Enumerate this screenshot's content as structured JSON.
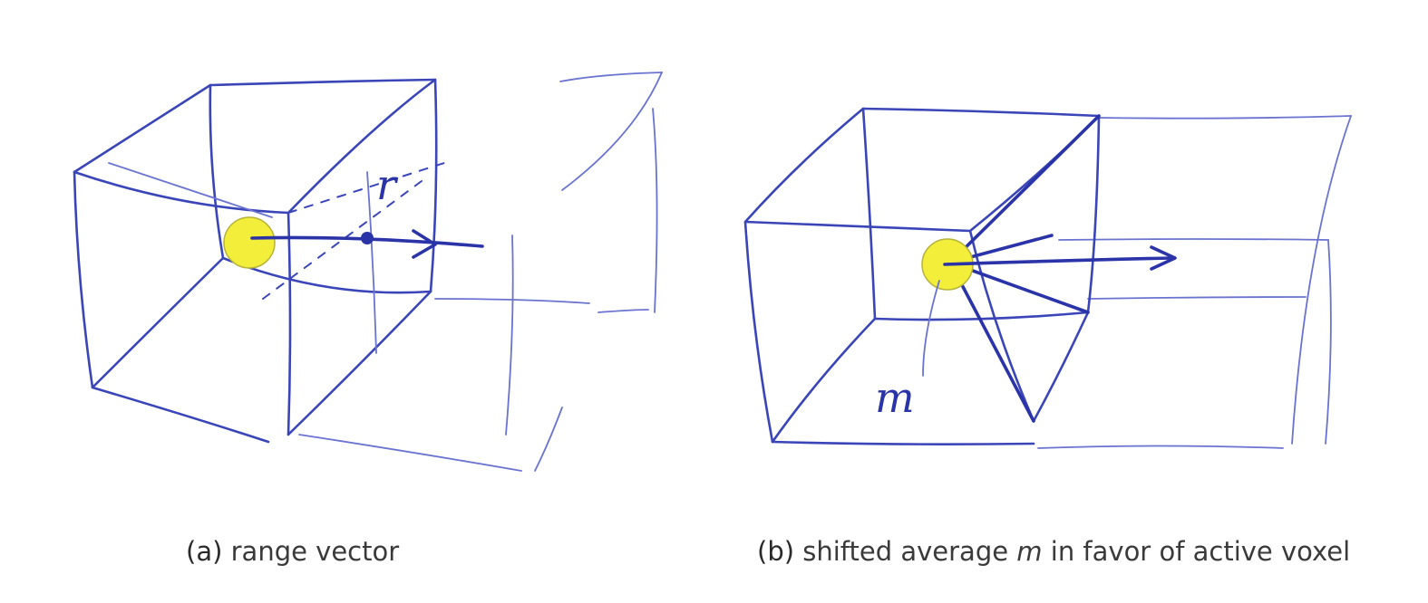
{
  "panel_a": {
    "label_r": "r",
    "caption": {
      "tag": "(a)",
      "text": " range vector"
    }
  },
  "panel_b": {
    "label_m": "m",
    "caption": {
      "tag": "(b)",
      "text_before": " shifted average ",
      "var": "m",
      "text_after": " in favor of active voxel"
    }
  },
  "colors": {
    "ink": "#3a45b8",
    "highlight": "#f2ee3a",
    "caption_text": "#3a3a3a"
  }
}
